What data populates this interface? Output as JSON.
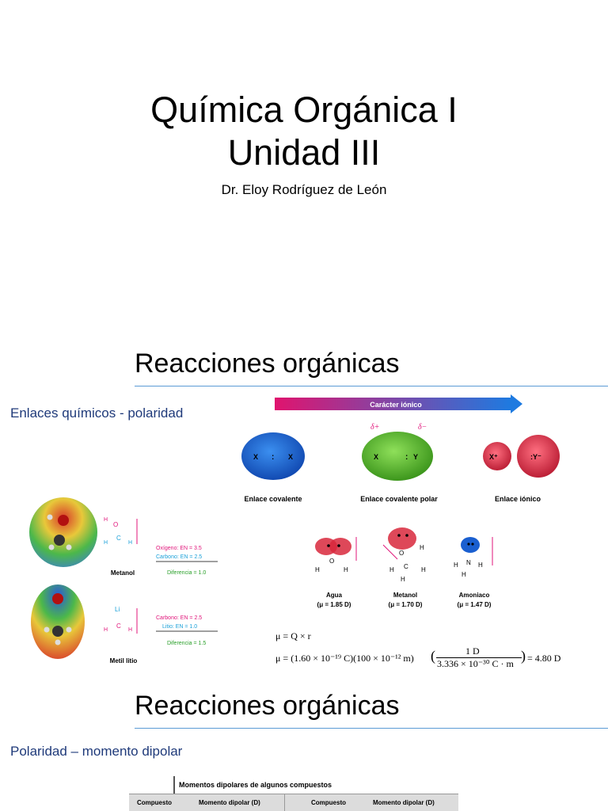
{
  "slide1": {
    "title_line1": "Química Orgánica I",
    "title_line2": "Unidad III",
    "author": "Dr. Eloy Rodríguez de León"
  },
  "slide2": {
    "title": "Reacciones orgánicas",
    "subtitle": "Enlaces químicos - polaridad",
    "arrow_label": "Carácter iónico",
    "delta_plus": "δ+",
    "delta_minus": "δ−",
    "bonds": [
      {
        "label": "Enlace covalente",
        "left": "X",
        "mid": ":",
        "right": "X"
      },
      {
        "label": "Enlace covalente polar",
        "left": "X",
        "mid": ":",
        "right": "Y"
      },
      {
        "label": "Enlace iónico",
        "left": "X⁺",
        "right": ":Y⁻"
      }
    ],
    "molecules": [
      {
        "name": "Agua",
        "mu": "(μ = 1.85 D)"
      },
      {
        "name": "Metanol",
        "mu": "(μ = 1.70 D)"
      },
      {
        "name": "Amoniaco",
        "mu": "(μ = 1.47 D)"
      }
    ],
    "metanol_map": {
      "caption": "Metanol",
      "oxigeno": "Oxígeno: EN = 3.5",
      "carbono": "Carbono: EN = 2.5",
      "diferencia": "Diferencia = 1.0"
    },
    "metillitio_map": {
      "caption": "Metil litio",
      "carbono": "Carbono: EN = 2.5",
      "litio": "Litio: EN = 1.0",
      "diferencia": "Diferencia = 1.5"
    },
    "eq1": "μ = Q × r",
    "eq2": "μ = (1.60 × 10⁻¹⁹ C)(100 × 10⁻¹² m)",
    "eq2_num": "1 D",
    "eq2_den": "3.336 × 10⁻³⁰ C · m",
    "eq2_result": "= 4.80 D"
  },
  "slide3": {
    "title": "Reacciones orgánicas",
    "subtitle": "Polaridad – momento dipolar",
    "table_title": "Momentos dipolares de algunos compuestos",
    "headers": [
      "Compuesto",
      "Momento dipolar (D)",
      "Compuesto",
      "Momento dipolar (D)"
    ]
  },
  "colors": {
    "rule": "#5b9bd5",
    "subtitle": "#1f3a7a",
    "arrow_start": "#e0146e",
    "arrow_end": "#1e7ae0",
    "covalent": "#1a5fd0",
    "polar": "#4caf2a",
    "ionic": "#d8283c",
    "magenta_label": "#e0147a",
    "cyan_label": "#1aa0d8",
    "green_label": "#2aa02a"
  }
}
